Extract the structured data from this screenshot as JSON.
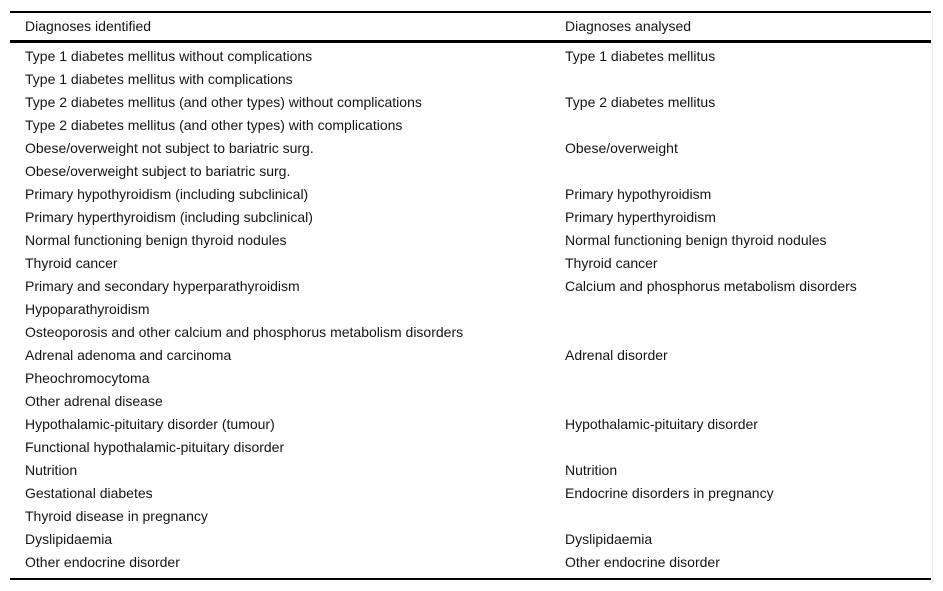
{
  "table": {
    "columns": [
      {
        "label": "Diagnoses identified"
      },
      {
        "label": "Diagnoses analysed"
      }
    ],
    "rows": [
      {
        "identified": "Type 1 diabetes mellitus without complications",
        "analysed": "Type 1 diabetes mellitus"
      },
      {
        "identified": "Type 1 diabetes mellitus with complications",
        "analysed": ""
      },
      {
        "identified": "Type 2 diabetes mellitus (and other types) without complications",
        "analysed": "Type 2 diabetes mellitus"
      },
      {
        "identified": "Type 2 diabetes mellitus (and other types) with complications",
        "analysed": ""
      },
      {
        "identified": "Obese/overweight not subject to bariatric surg.",
        "analysed": "Obese/overweight"
      },
      {
        "identified": "Obese/overweight subject to bariatric surg.",
        "analysed": ""
      },
      {
        "identified": "Primary hypothyroidism (including subclinical)",
        "analysed": "Primary hypothyroidism"
      },
      {
        "identified": "Primary hyperthyroidism (including subclinical)",
        "analysed": "Primary hyperthyroidism"
      },
      {
        "identified": "Normal functioning benign thyroid nodules",
        "analysed": "Normal functioning benign thyroid nodules"
      },
      {
        "identified": "Thyroid cancer",
        "analysed": "Thyroid cancer"
      },
      {
        "identified": "Primary and secondary hyperparathyroidism",
        "analysed": "Calcium and phosphorus metabolism disorders"
      },
      {
        "identified": "Hypoparathyroidism",
        "analysed": ""
      },
      {
        "identified": "Osteoporosis and other calcium and phosphorus metabolism disorders",
        "analysed": ""
      },
      {
        "identified": "Adrenal adenoma and carcinoma",
        "analysed": "Adrenal disorder"
      },
      {
        "identified": "Pheochromocytoma",
        "analysed": ""
      },
      {
        "identified": "Other adrenal disease",
        "analysed": ""
      },
      {
        "identified": "Hypothalamic-pituitary disorder (tumour)",
        "analysed": "Hypothalamic-pituitary disorder"
      },
      {
        "identified": "Functional hypothalamic-pituitary disorder",
        "analysed": ""
      },
      {
        "identified": "Nutrition",
        "analysed": "Nutrition"
      },
      {
        "identified": "Gestational diabetes",
        "analysed": "Endocrine disorders in pregnancy"
      },
      {
        "identified": "Thyroid disease in pregnancy",
        "analysed": ""
      },
      {
        "identified": "Dyslipidaemia",
        "analysed": "Dyslipidaemia"
      },
      {
        "identified": "Other endocrine disorder",
        "analysed": "Other endocrine disorder"
      }
    ]
  },
  "colors": {
    "rule": "#000000",
    "text": "#141414",
    "background": "#ffffff",
    "scan_edge": "#e7e7e7"
  }
}
